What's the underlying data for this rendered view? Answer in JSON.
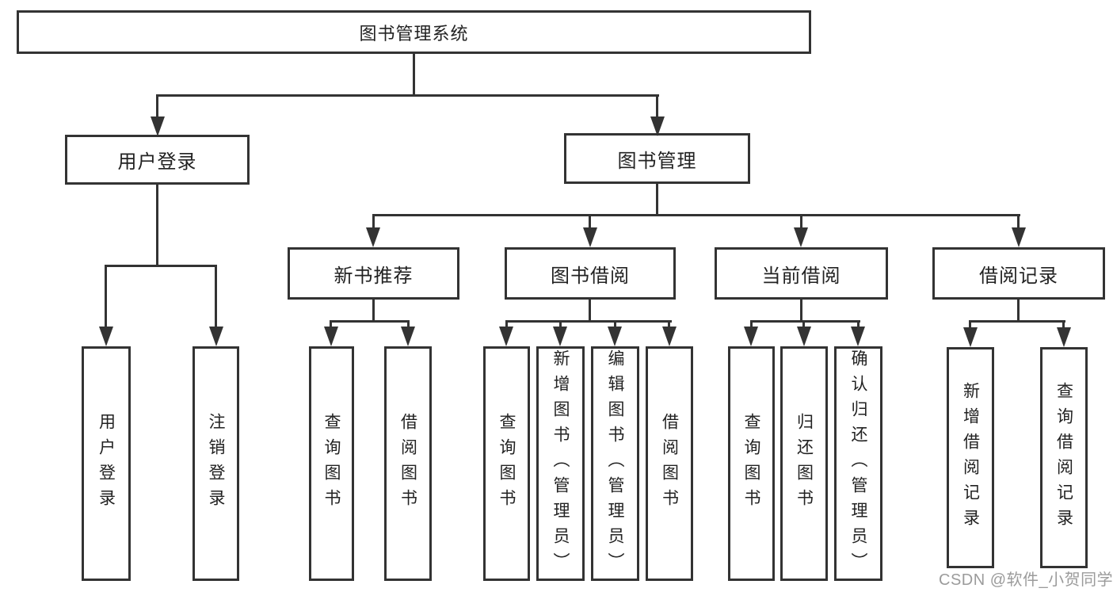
{
  "diagram": {
    "root": {
      "label": "图书管理系统"
    },
    "level1": [
      {
        "id": "user-login",
        "label": "用户登录"
      },
      {
        "id": "book-management",
        "label": "图书管理"
      }
    ],
    "level2": [
      {
        "id": "new-book-recommend",
        "label": "新书推荐",
        "parent": "图书管理"
      },
      {
        "id": "book-borrowing",
        "label": "图书借阅",
        "parent": "图书管理"
      },
      {
        "id": "current-borrowing",
        "label": "当前借阅",
        "parent": "图书管理"
      },
      {
        "id": "borrowing-records",
        "label": "借阅记录",
        "parent": "图书管理"
      }
    ],
    "leaves": [
      {
        "label": "用户登录",
        "parent": "用户登录"
      },
      {
        "label": "注销登录",
        "parent": "用户登录"
      },
      {
        "label": "查询图书",
        "parent": "新书推荐"
      },
      {
        "label": "借阅图书",
        "parent": "新书推荐"
      },
      {
        "label": "查询图书",
        "parent": "图书借阅"
      },
      {
        "label": "新增图书（管理员）",
        "parent": "图书借阅"
      },
      {
        "label": "编辑图书（管理员）",
        "parent": "图书借阅"
      },
      {
        "label": "借阅图书",
        "parent": "图书借阅"
      },
      {
        "label": "查询图书",
        "parent": "当前借阅"
      },
      {
        "label": "归还图书",
        "parent": "当前借阅"
      },
      {
        "label": "确认归还（管理员）",
        "parent": "当前借阅"
      },
      {
        "label": "新增借阅记录",
        "parent": "借阅记录"
      },
      {
        "label": "查询借阅记录",
        "parent": "借阅记录"
      }
    ]
  },
  "watermark": {
    "text": "CSDN @软件_小贺同学"
  },
  "colors": {
    "line": "#333333",
    "box_border": "#333333",
    "text": "#222222",
    "watermark": "#9b9b9b",
    "background": "#ffffff"
  }
}
